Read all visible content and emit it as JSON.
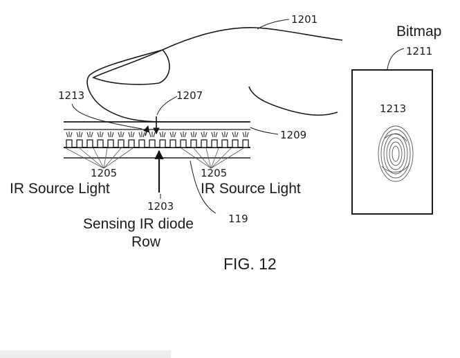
{
  "figure": {
    "caption": "FIG. 12",
    "bitmap_title": "Bitmap",
    "refs": {
      "finger": "1201",
      "sensing_row": "1203",
      "ir_source_left": "1205",
      "ir_source_right": "1205",
      "ir_path": "1207",
      "cover": "1209",
      "bitmap": "1211",
      "fingerprint_left": "1213",
      "fingerprint_bitmap": "1213",
      "display": "119"
    },
    "labels": {
      "ir_source_left": "IR Source Light",
      "ir_source_right": "IR Source Light",
      "sensing_line1": "Sensing IR diode",
      "sensing_line2": "Row"
    }
  }
}
